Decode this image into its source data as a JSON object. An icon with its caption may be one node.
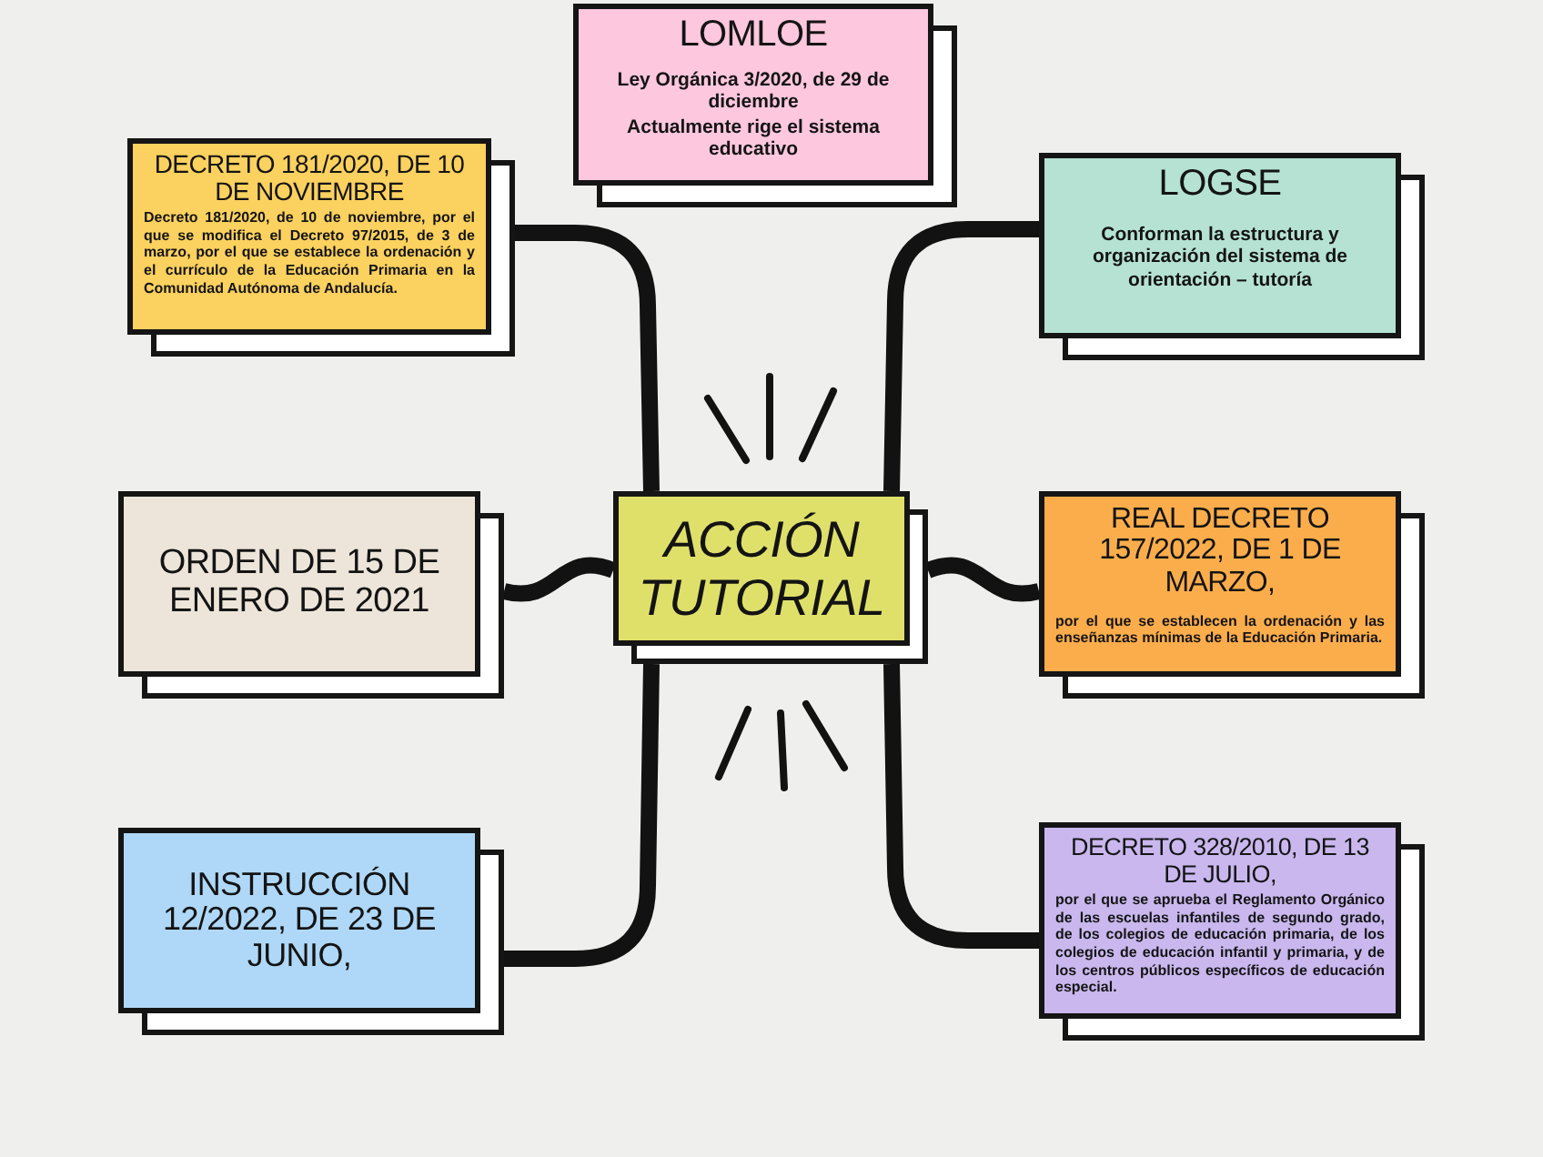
{
  "diagram": {
    "nodes": [
      {
        "text": [
          "LOMLOE",
          "Ley Orgánica 3/2020, de 29 de diciembre",
          "Actualmente rige el sistema educativo"
        ]
      },
      {
        "text": [
          "DECRETO 181/2020, DE 10 DE NOVIEMBRE",
          "Decreto 181/2020, de 10 de noviembre, por el que se modifica el Decreto 97/2015, de 3 de marzo, por el que se establece la ordenación y el currículo de la Educación Primaria en la Comunidad Autónoma de Andalucía."
        ]
      },
      {
        "text": [
          "LOGSE",
          "Conforman la estructura y organización del sistema de orientación – tutoría"
        ]
      },
      {
        "text": [
          "ORDEN DE 15 DE ENERO DE 2021"
        ]
      },
      {
        "text": [
          "ACCIÓN TUTORIAL"
        ]
      },
      {
        "text": [
          "REAL DECRETO 157/2022, DE 1 DE MARZO,",
          "por el que se establecen la ordenación y las enseñanzas mínimas de la Educación Primaria."
        ]
      },
      {
        "text": [
          "INSTRUCCIÓN 12/2022, DE 23 DE JUNIO,"
        ]
      },
      {
        "text": [
          "DECRETO 328/2010, DE 13 DE JULIO,",
          "por el que se aprueba el Reglamento Orgánico de las escuelas infantiles de segundo grado, de los colegios de educación primaria, de los colegios de educación infantil y primaria, y de los centros públicos específicos de educación especial."
        ]
      }
    ],
    "edges": [
      {
        "from": 4,
        "to": 1,
        "arrow": "none"
      },
      {
        "from": 4,
        "to": 2,
        "arrow": "none"
      },
      {
        "from": 4,
        "to": 3,
        "arrow": "none"
      },
      {
        "from": 4,
        "to": 5,
        "arrow": "none"
      },
      {
        "from": 4,
        "to": 6,
        "arrow": "none"
      },
      {
        "from": 4,
        "to": 7,
        "arrow": "none"
      }
    ]
  }
}
